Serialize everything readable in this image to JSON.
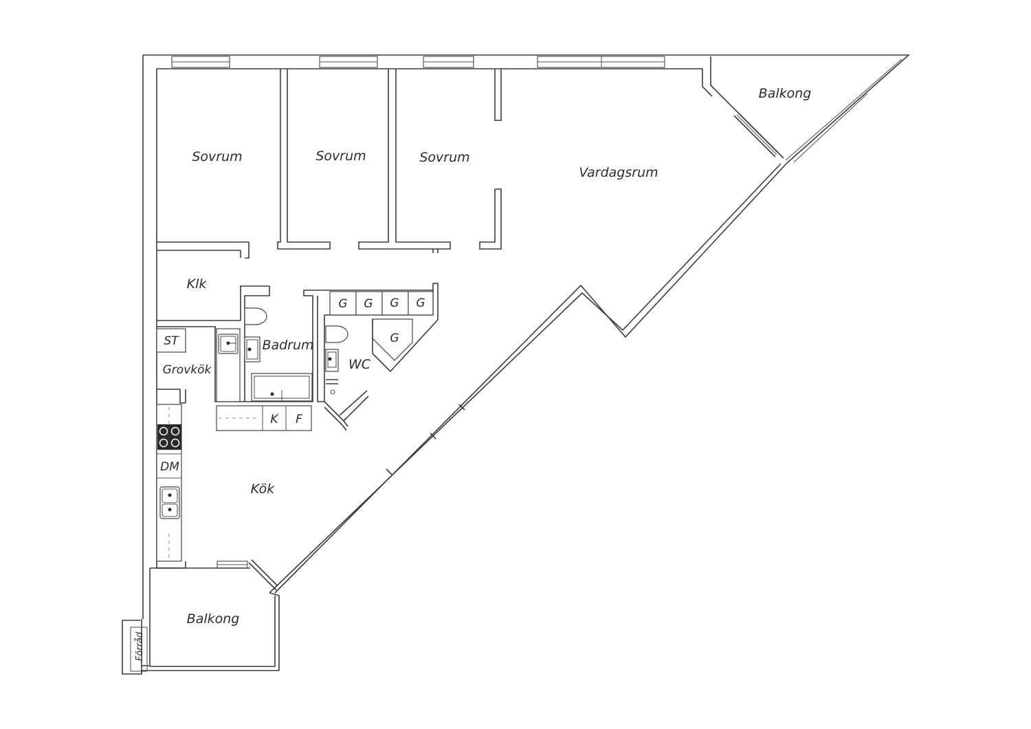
{
  "rooms": {
    "sovrum_1": "Sovrum",
    "sovrum_2": "Sovrum",
    "sovrum_3": "Sovrum",
    "vardagsrum": "Vardagsrum",
    "balkong_top": "Balkong",
    "klk": "Klk",
    "badrum": "Badrum",
    "wc": "WC",
    "grovkok": "Grovkök",
    "kok": "Kök",
    "balkong_bottom": "Balkong",
    "forrad": "Förråd"
  },
  "fixtures": {
    "st": "ST",
    "dm": "DM",
    "k": "K",
    "f": "F",
    "g1": "G",
    "g2": "G",
    "g3": "G",
    "g4": "G",
    "g5": "G"
  }
}
